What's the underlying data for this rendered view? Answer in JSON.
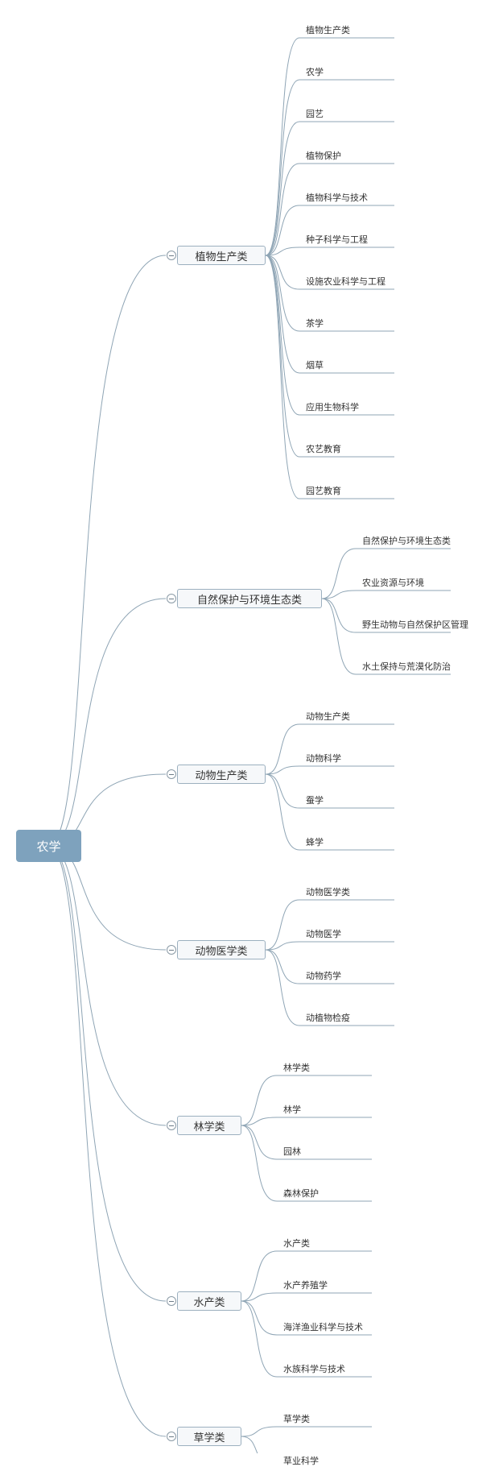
{
  "root": {
    "label": "农学"
  },
  "categories": [
    {
      "label": "植物生产类",
      "items": [
        "植物生产类",
        "农学",
        "园艺",
        "植物保护",
        "植物科学与技术",
        "种子科学与工程",
        "设施农业科学与工程",
        "茶学",
        "烟草",
        "应用生物科学",
        "农艺教育",
        "园艺教育"
      ]
    },
    {
      "label": "自然保护与环境生态类",
      "items": [
        "自然保护与环境生态类",
        "农业资源与环境",
        "野生动物与自然保护区管理",
        "水土保持与荒漠化防治"
      ]
    },
    {
      "label": "动物生产类",
      "items": [
        "动物生产类",
        "动物科学",
        "蚕学",
        "蜂学"
      ]
    },
    {
      "label": "动物医学类",
      "items": [
        "动物医学类",
        "动物医学",
        "动物药学",
        "动植物检疫"
      ]
    },
    {
      "label": "林学类",
      "items": [
        "林学类",
        "林学",
        "园林",
        "森林保护"
      ]
    },
    {
      "label": "水产类",
      "items": [
        "水产类",
        "水产养殖学",
        "海洋渔业科学与技术",
        "水族科学与技术"
      ]
    },
    {
      "label": "草学类",
      "items": [
        "草学类",
        "草业科学"
      ]
    }
  ],
  "colors": {
    "line": "#8fa5b5",
    "root_fill": "#7ea2bd",
    "node_border": "#9cb0bf"
  }
}
